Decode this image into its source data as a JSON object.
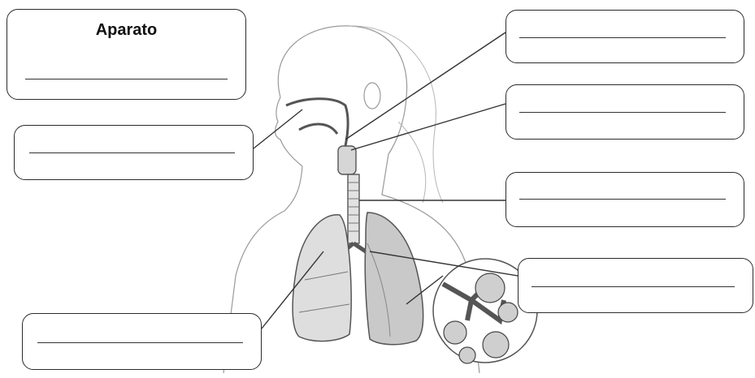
{
  "diagram": {
    "title_box_text": "Aparato",
    "label_blanks": [
      {
        "id": "title"
      },
      {
        "id": "nose"
      },
      {
        "id": "pharynx"
      },
      {
        "id": "larynx"
      },
      {
        "id": "trachea"
      },
      {
        "id": "alveoli"
      },
      {
        "id": "lungs"
      }
    ]
  }
}
